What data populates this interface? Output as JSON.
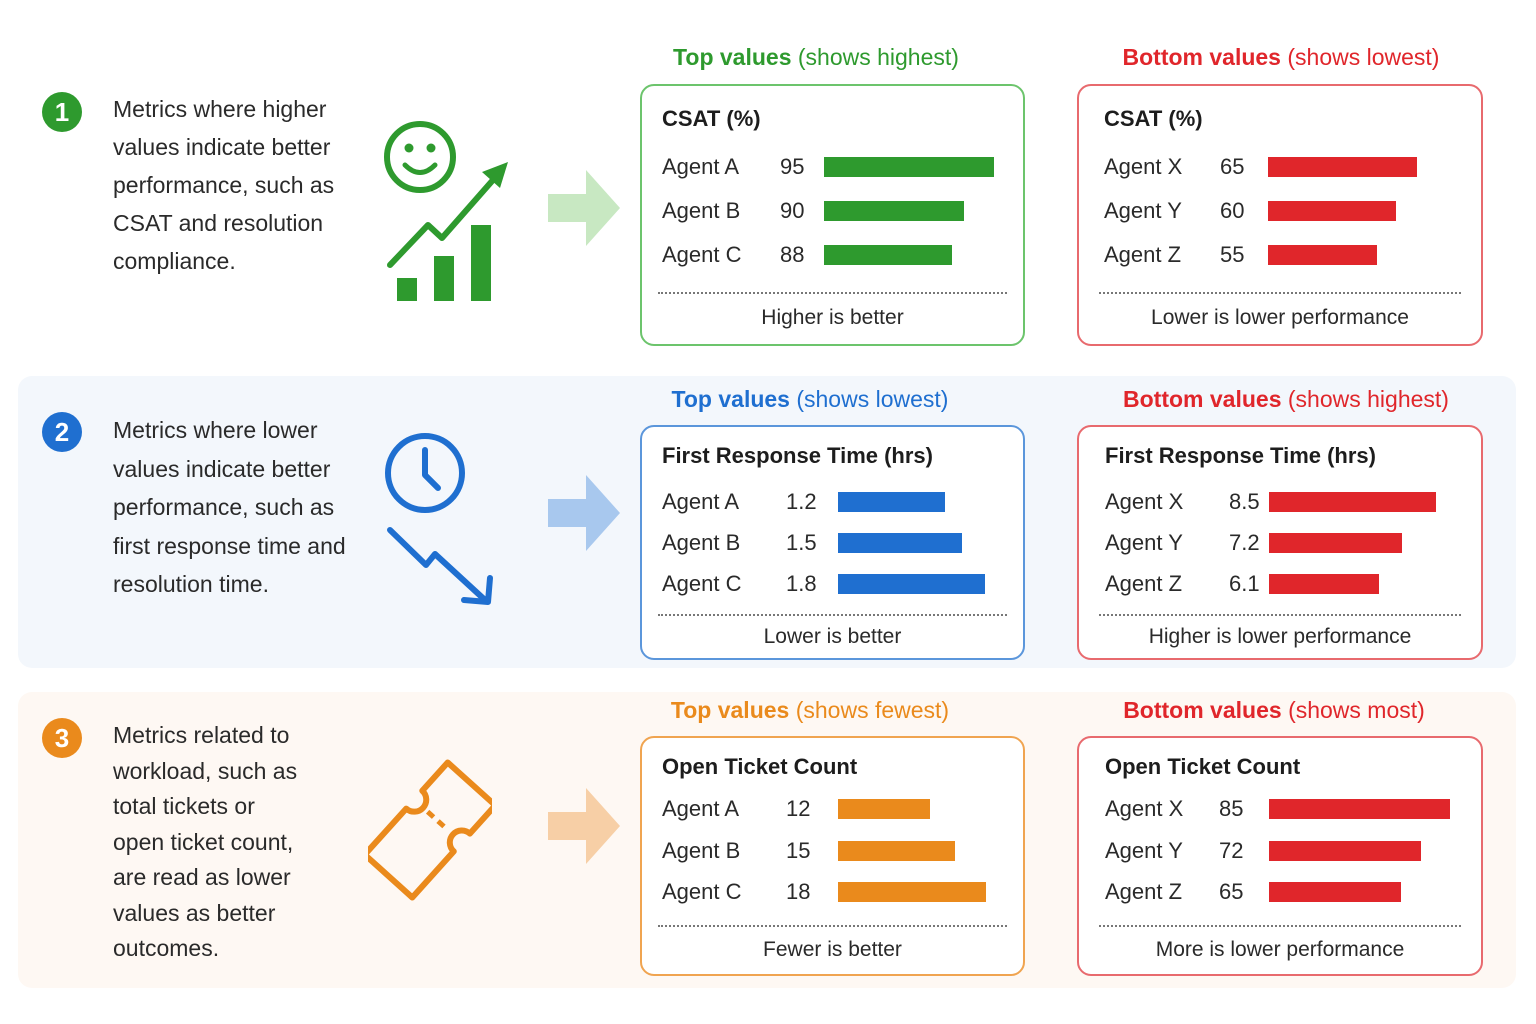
{
  "colors": {
    "green": "#2e9a2e",
    "blue": "#1f6fd0",
    "orange": "#ea8a1c",
    "red": "#e0262b",
    "green_border": "#6cc46c",
    "blue_border": "#5b96db",
    "orange_border": "#f0a450",
    "red_border": "#e86a6e"
  },
  "sections": [
    {
      "number": "1",
      "description_lines": [
        "Metrics where higher",
        "values indicate better",
        "performance, such as",
        "CSAT and resolution",
        "compliance."
      ],
      "illustration": "smiley-growth-chart-icon",
      "top": {
        "heading_main": "Top values",
        "heading_sub": "(shows highest)",
        "title": "CSAT (%)",
        "rows": [
          {
            "agent": "Agent A",
            "value": "95"
          },
          {
            "agent": "Agent B",
            "value": "90"
          },
          {
            "agent": "Agent C",
            "value": "88"
          }
        ],
        "footnote": "Higher is better"
      },
      "bottom": {
        "heading_main": "Bottom values",
        "heading_sub": "(shows lowest)",
        "title": "CSAT (%)",
        "rows": [
          {
            "agent": "Agent X",
            "value": "65"
          },
          {
            "agent": "Agent Y",
            "value": "60"
          },
          {
            "agent": "Agent Z",
            "value": "55"
          }
        ],
        "footnote": "Lower is lower performance"
      }
    },
    {
      "number": "2",
      "description_lines": [
        "Metrics where lower",
        "values indicate better",
        "performance, such as",
        "first response time and",
        "resolution time."
      ],
      "illustration": "clock-down-trend-icon",
      "top": {
        "heading_main": "Top values",
        "heading_sub": "(shows lowest)",
        "title": "First Response Time (hrs)",
        "rows": [
          {
            "agent": "Agent A",
            "value": "1.2"
          },
          {
            "agent": "Agent B",
            "value": "1.5"
          },
          {
            "agent": "Agent C",
            "value": "1.8"
          }
        ],
        "footnote": "Lower is better"
      },
      "bottom": {
        "heading_main": "Bottom values",
        "heading_sub": "(shows highest)",
        "title": "First Response Time (hrs)",
        "rows": [
          {
            "agent": "Agent X",
            "value": "8.5"
          },
          {
            "agent": "Agent Y",
            "value": "7.2"
          },
          {
            "agent": "Agent Z",
            "value": "6.1"
          }
        ],
        "footnote": "Higher is lower performance"
      }
    },
    {
      "number": "3",
      "description_lines": [
        "Metrics related to",
        "workload, such as",
        "total tickets or",
        "open ticket count,",
        "are read as lower",
        "values as better",
        "outcomes."
      ],
      "illustration": "ticket-icon",
      "top": {
        "heading_main": "Top values",
        "heading_sub": "(shows fewest)",
        "title": "Open Ticket Count",
        "rows": [
          {
            "agent": "Agent A",
            "value": "12"
          },
          {
            "agent": "Agent B",
            "value": "15"
          },
          {
            "agent": "Agent C",
            "value": "18"
          }
        ],
        "footnote": "Fewer is better"
      },
      "bottom": {
        "heading_main": "Bottom values",
        "heading_sub": "(shows most)",
        "title": "Open Ticket Count",
        "rows": [
          {
            "agent": "Agent X",
            "value": "85"
          },
          {
            "agent": "Agent Y",
            "value": "72"
          },
          {
            "agent": "Agent Z",
            "value": "65"
          }
        ],
        "footnote": "More is lower performance"
      }
    }
  ]
}
